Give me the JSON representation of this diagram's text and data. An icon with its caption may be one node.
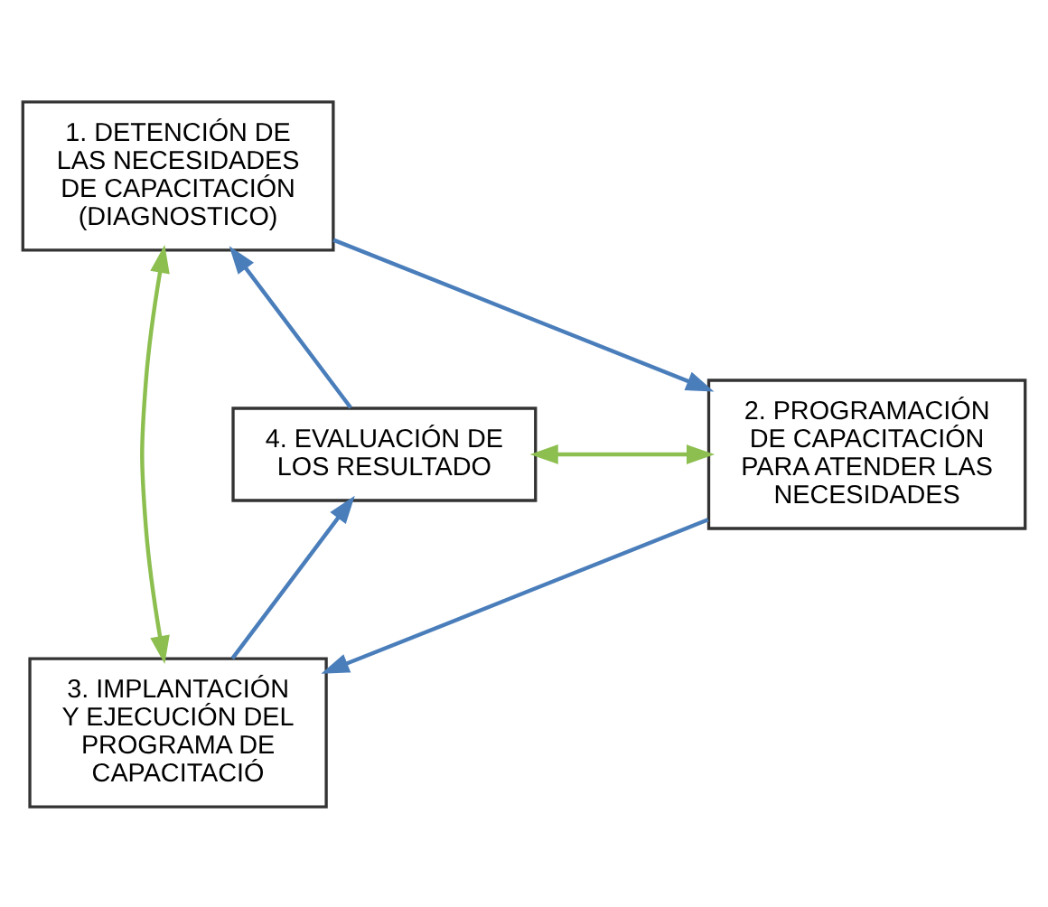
{
  "diagram": {
    "nodes": [
      {
        "text": [
          "1. DETENCIÓN DE LAS NECESIDADES DE CAPACITACIÓN (DIAGNOSTICO)"
        ]
      },
      {
        "text": [
          "2. PROGRAMACIÓN DE CAPACITACIÓN PARA ATENDER LAS NECESIDADES"
        ]
      },
      {
        "text": [
          "3. IMPLANTACIÓN Y EJECUCIÓN DEL PROGRAMA DE CAPACITACIÓ"
        ]
      },
      {
        "text": [
          "4. EVALUACIÓN DE LOS RESULTADO"
        ]
      }
    ],
    "edges": [
      {
        "from": 0,
        "to": 1,
        "arrow": "to"
      },
      {
        "from": 1,
        "to": 2,
        "arrow": "to"
      },
      {
        "from": 2,
        "to": 3,
        "arrow": "to"
      },
      {
        "from": 3,
        "to": 0,
        "arrow": "to"
      },
      {
        "from": 0,
        "to": 2,
        "arrow": "both",
        "color": "#8cbf4f"
      },
      {
        "from": 3,
        "to": 1,
        "arrow": "both",
        "color": "#8cbf4f"
      }
    ]
  }
}
